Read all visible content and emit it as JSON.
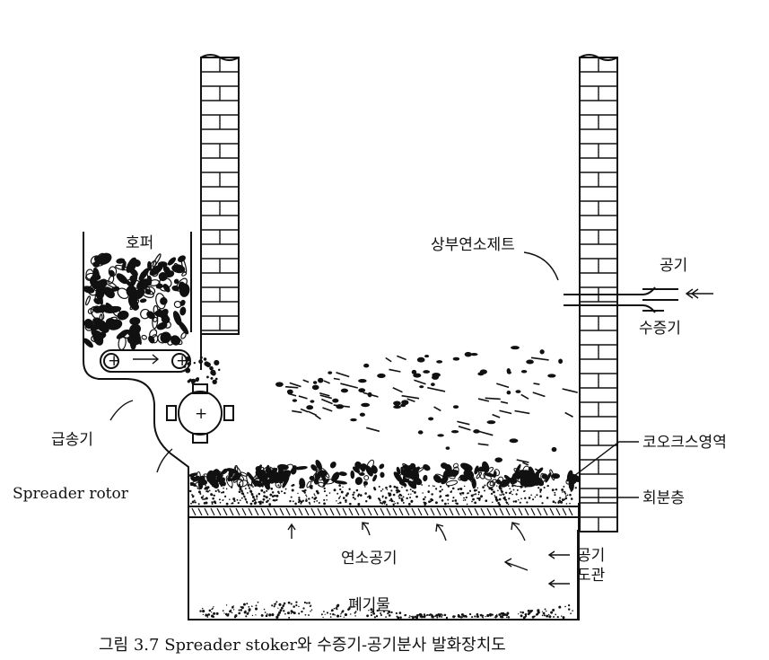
{
  "labels": {
    "hopper": "호퍼",
    "feeder": "급송기",
    "spreader_rotor": "Spreader rotor",
    "upper_air_jet": "상부연소제트",
    "air": "공기",
    "steam": "수증기",
    "coke_zone": "코오크스영역",
    "ash_layer": "회분층",
    "combustion_air": "연소공기",
    "air_duct": "공기\n도관",
    "waste": "폐기물"
  },
  "caption": "그림 3.7  Spreader stoker와 수증기-공기분사 발화장치도",
  "colors": {
    "ink": "#111111",
    "paper": "#ffffff"
  }
}
